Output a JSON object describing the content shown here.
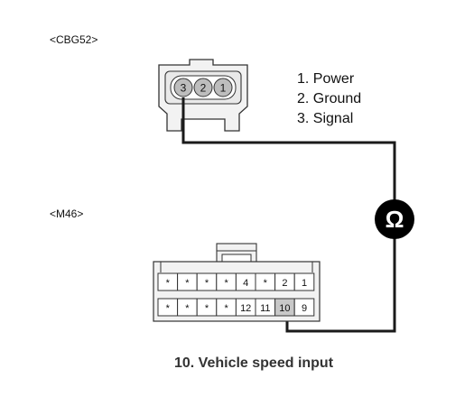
{
  "connector_a": {
    "id_label": "<CBG52>",
    "pins": [
      "3",
      "2",
      "1"
    ],
    "pin_legend": [
      "1. Power",
      "2. Ground",
      "3. Signal"
    ]
  },
  "connector_b": {
    "id_label": "<M46>",
    "top_row": [
      "*",
      "*",
      "*",
      "*",
      "4",
      "*",
      "2",
      "1"
    ],
    "bottom_row": [
      "*",
      "*",
      "*",
      "*",
      "12",
      "11",
      "10",
      "9"
    ],
    "highlighted_pin": "10"
  },
  "meter": {
    "symbol": "Ω",
    "icon": "ohm-meter-icon"
  },
  "caption": "10. Vehicle speed input",
  "colors": {
    "line": "#1a1a1a",
    "connector_fill": "#f2f2f2",
    "pin_highlight": "#c8c8c8",
    "meter_fill": "#000000",
    "meter_text": "#ffffff"
  }
}
